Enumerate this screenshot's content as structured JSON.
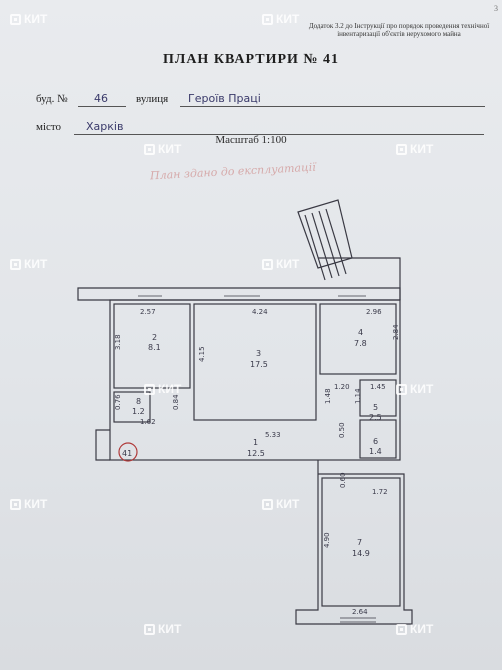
{
  "document": {
    "corner_number": "3",
    "appendix_note": "Додаток 3.2 до Інструкції про порядок проведення технічної інвентаризації об'єктів нерухомого майна",
    "title": "ПЛАН КВАРТИРИ № 41",
    "building_label": "буд. №",
    "building_number": "46",
    "street_label": "вулиця",
    "street_value": "Героїв Праці",
    "city_label": "місто",
    "city_value": "Харків",
    "scale": "Масштаб 1:100",
    "stamp_note": "План здано до експлуатації",
    "apartment_mark": "41"
  },
  "watermark": {
    "text": "КИТ"
  },
  "plan": {
    "rooms": [
      {
        "num": "1",
        "area": "12.5"
      },
      {
        "num": "2",
        "area": "8.1"
      },
      {
        "num": "3",
        "area": "17.5"
      },
      {
        "num": "4",
        "area": "7.8"
      },
      {
        "num": "5",
        "area": "2.5"
      },
      {
        "num": "6",
        "area": "1.4"
      },
      {
        "num": "7",
        "area": "14.9"
      },
      {
        "num": "8",
        "area": "1.2"
      }
    ],
    "dims": {
      "d1": "2.57",
      "d2": "4.24",
      "d3": "2.96",
      "d4": "3.18",
      "d5": "4.15",
      "d6": "2.84",
      "d7": "1.20",
      "d8": "1.45",
      "d9": "1.48",
      "d10": "1.14",
      "d11": "0.76",
      "d12": "0.84",
      "d13": "1.62",
      "d14": "5.33",
      "d15": "0.50",
      "d16": "0.60",
      "d17": "1.72",
      "d18": "4.90",
      "d19": "2.64"
    }
  }
}
